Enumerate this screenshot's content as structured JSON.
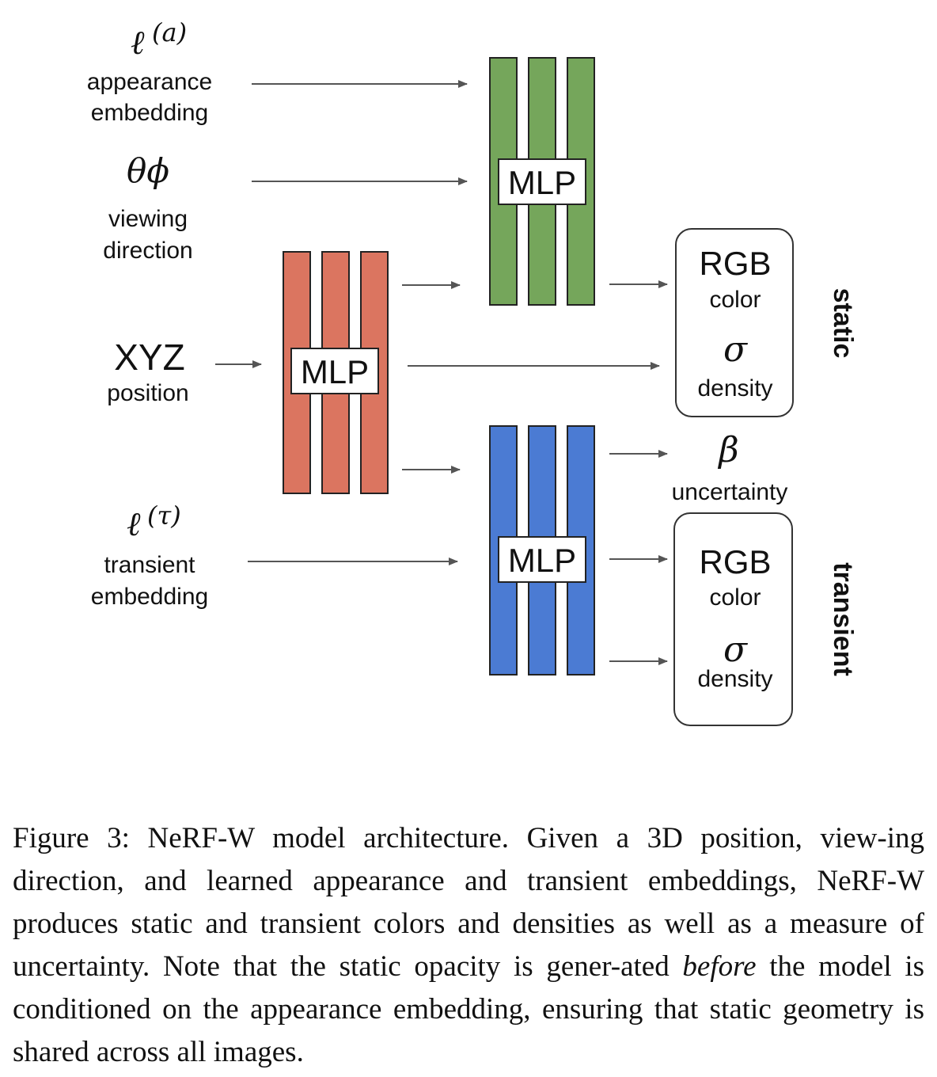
{
  "diagram": {
    "inputs": {
      "appearance": {
        "symbol": "ℓ",
        "superscript": "(a)",
        "line1": "appearance",
        "line2": "embedding"
      },
      "viewing": {
        "symbol": "θϕ",
        "line1": "viewing",
        "line2": "direction"
      },
      "xyz": {
        "title": "XYZ",
        "subtitle": "position"
      },
      "transient": {
        "symbol": "ℓ",
        "superscript": "(τ)",
        "line1": "transient",
        "line2": "embedding"
      }
    },
    "mlp_label": "MLP",
    "static_output": {
      "rgb": "RGB",
      "color": "color",
      "sigma": "σ",
      "density": "density",
      "side_label": "static"
    },
    "uncertainty": {
      "symbol": "β",
      "label": "uncertainty"
    },
    "transient_output": {
      "rgb": "RGB",
      "color": "color",
      "sigma": "σ",
      "density": "density",
      "side_label": "transient"
    },
    "colors": {
      "base_mlp": "#db7560",
      "static_mlp": "#75a65b",
      "transient_mlp": "#4b7bd3",
      "arrow": "#555555"
    }
  },
  "caption": {
    "prefix": "Figure 3: NeRF-W model architecture. Given a 3D position, view-ing direction, and learned appearance and transient embeddings, NeRF-W produces static and transient colors and densities as well as a measure of uncertainty. Note that the static opacity is gener-ated ",
    "emphasis": "before",
    "suffix": " the model is conditioned on the appearance embedding, ensuring that static geometry is shared across all images."
  }
}
